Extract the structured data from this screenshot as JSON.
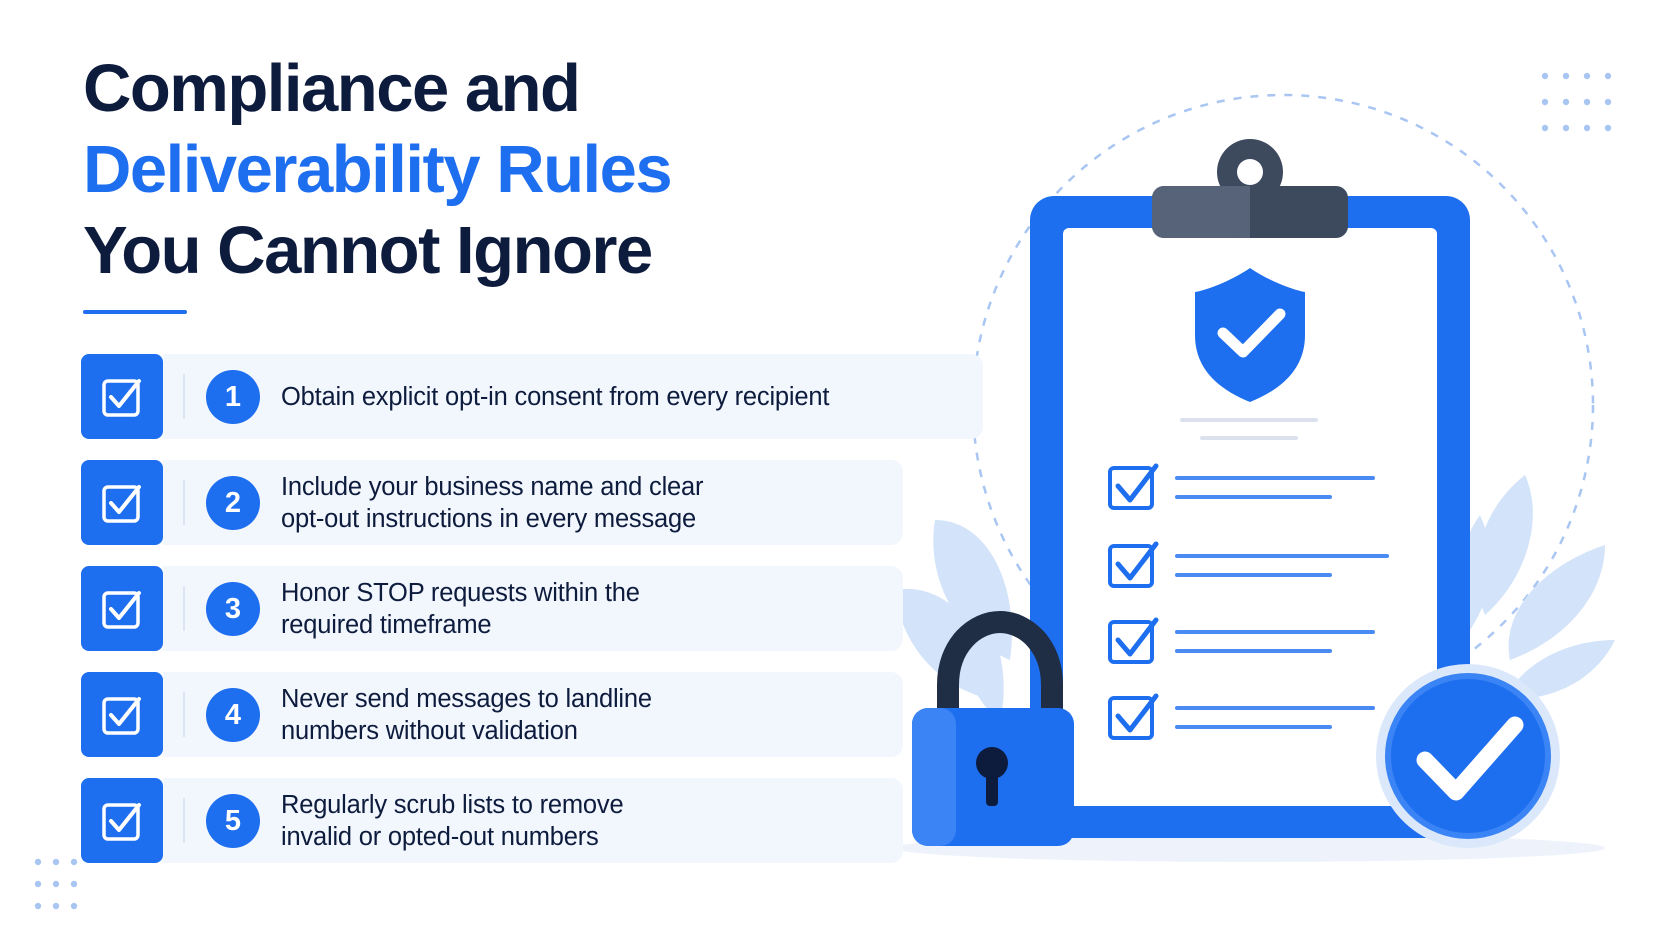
{
  "title": {
    "line1": "Compliance and",
    "line2": "Deliverability Rules",
    "line3": "You Cannot Ignore"
  },
  "rules": [
    {
      "number": "1",
      "text": "Obtain explicit opt-in consent from every recipient"
    },
    {
      "number": "2",
      "text": "Include your business name and clear\nopt-out instructions in every message"
    },
    {
      "number": "3",
      "text": "Honor STOP requests within the\nrequired timeframe"
    },
    {
      "number": "4",
      "text": "Never send messages to landline\nnumbers without validation"
    },
    {
      "number": "5",
      "text": "Regularly scrub lists to remove\ninvalid or opted-out numbers"
    }
  ],
  "icons": {
    "rule_check": "checkbox-checked-icon",
    "clipboard": "clipboard-icon",
    "shield": "shield-check-icon",
    "lock": "padlock-icon",
    "badge": "check-badge-icon"
  },
  "colors": {
    "primary": "#1e6ef0",
    "navy": "#0d1b3d",
    "panel": "#f2f6fd",
    "leaf": "#cfe0f8",
    "clip": "#3d4a5e"
  }
}
